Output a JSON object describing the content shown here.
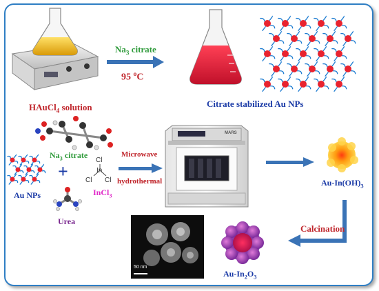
{
  "labels": {
    "na3_citrate_top": "Na3 citrate",
    "temp": "95 oC",
    "haucl4": "HAuCl4 solution",
    "citrate_np": "Citrate stabilized Au NPs",
    "na3_citrate_mid": "Na3 citrate",
    "incl3": "InCl3",
    "au_nps": "Au NPs",
    "urea": "Urea",
    "microwave": "Microwave",
    "hydrothermal": "hydrothermal",
    "au_inoh3": "Au-In(OH)3",
    "calcination": "Calcination",
    "au_in2o3": "Au-In2O3",
    "scale_bar": "50 nm",
    "plus": "+",
    "cl": "Cl",
    "in": "In",
    "mars": "MARS"
  },
  "colors": {
    "green": "#2e9a3a",
    "red": "#c0262c",
    "blue": "#1a3aa6",
    "magenta": "#e02ac8",
    "purple": "#7b2a90",
    "arrow": "#3a73b6",
    "border": "#2e7ec4"
  }
}
